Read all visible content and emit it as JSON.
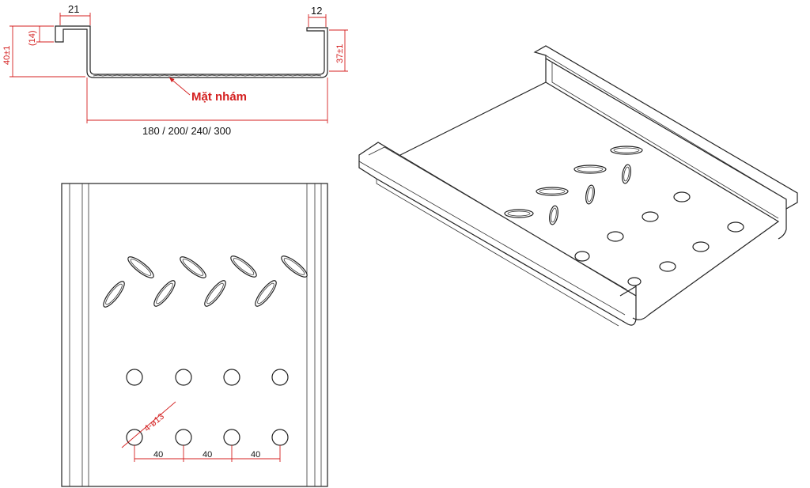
{
  "colors": {
    "line": "#222222",
    "dimension": "#d42020",
    "background": "#ffffff"
  },
  "section_view": {
    "top_left_lip_width": "21",
    "top_right_lip_width": "12",
    "lip_height": "(14)",
    "left_height": "40±1",
    "right_height": "37±1",
    "surface_note": "Mặt nhám",
    "widths": "180 / 200/ 240/ 300"
  },
  "plan_view": {
    "hole_callout": "4-ø13",
    "spacing_1": "40",
    "spacing_2": "40",
    "spacing_3": "40"
  }
}
